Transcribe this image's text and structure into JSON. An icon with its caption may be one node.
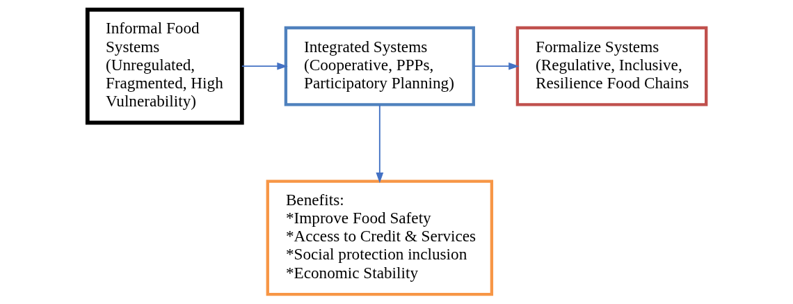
{
  "diagram": {
    "nodes": [
      {
        "text": [
          "Informal Food Systems (Unregulated, Fragmented, High Vulnerability)"
        ]
      },
      {
        "text": [
          "Integrated Systems (Cooperative, PPPs, Participatory Planning)"
        ]
      },
      {
        "text": [
          "Formalize Systems (Regulative, Inclusive, Resilience Food Chains"
        ]
      },
      {
        "text": [
          "Benefits:",
          "*Improve Food Safety",
          "*Access to Credit & Services",
          "*Social protection inclusion",
          "*Economic Stability"
        ]
      }
    ],
    "edges": [
      {
        "from": 0,
        "to": 1,
        "arrow": "to"
      },
      {
        "from": 1,
        "to": 2,
        "arrow": "to"
      },
      {
        "from": 1,
        "to": 3,
        "arrow": "to"
      }
    ]
  }
}
